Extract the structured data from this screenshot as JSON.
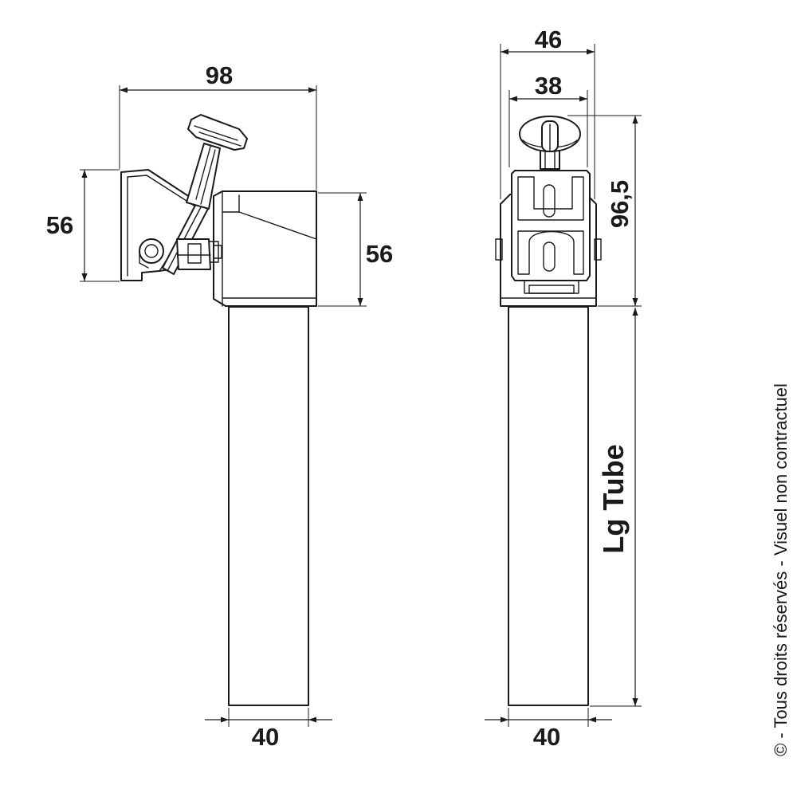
{
  "dimensions": {
    "side_view": {
      "overall_width": "98",
      "handle_height": "56",
      "housing_height": "56",
      "tube_width": "40"
    },
    "front_view": {
      "overall_width": "46",
      "knob_width": "38",
      "head_height": "96,5",
      "tube_length": "Lg Tube",
      "tube_width": "40"
    }
  },
  "copyright": "© - Tous droits réservés - Visuel non contractuel"
}
